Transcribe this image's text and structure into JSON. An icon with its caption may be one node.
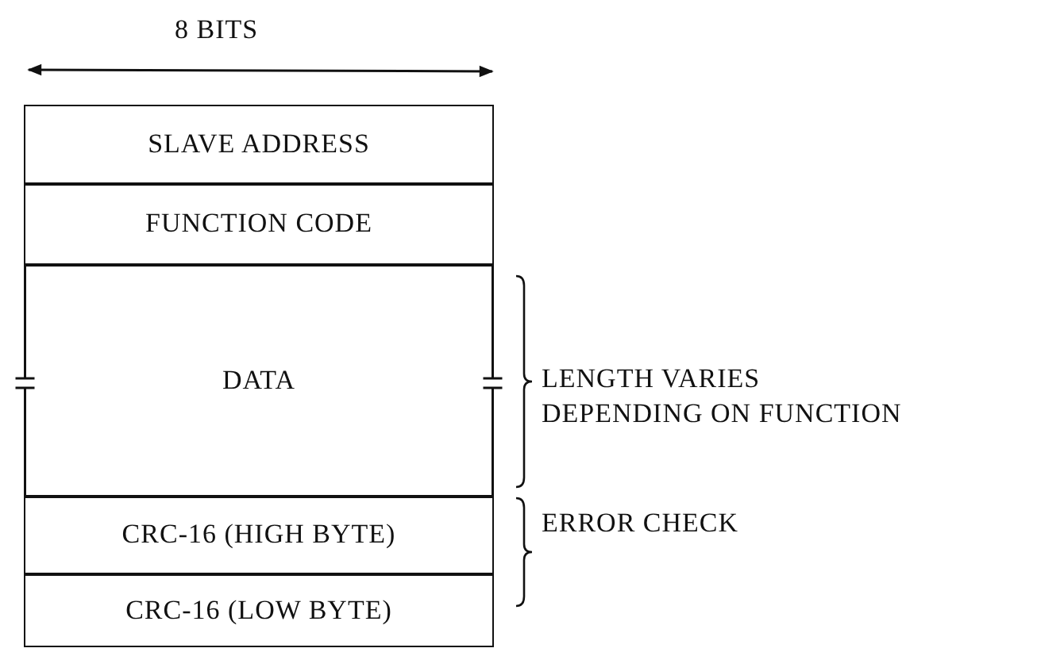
{
  "diagram": {
    "nodes": [
      {
        "text": [
          "SLAVE ADDRESS"
        ]
      },
      {
        "text": [
          "FUNCTION CODE"
        ]
      },
      {
        "text": [
          "DATA"
        ]
      },
      {
        "text": [
          "CRC-16 (HIGH BYTE)"
        ]
      },
      {
        "text": [
          "CRC-16 (LOW BYTE)"
        ]
      }
    ],
    "labels": [
      "8 BITS",
      "LENGTH VARIES DEPENDING ON FUNCTION",
      "ERROR CHECK"
    ]
  }
}
